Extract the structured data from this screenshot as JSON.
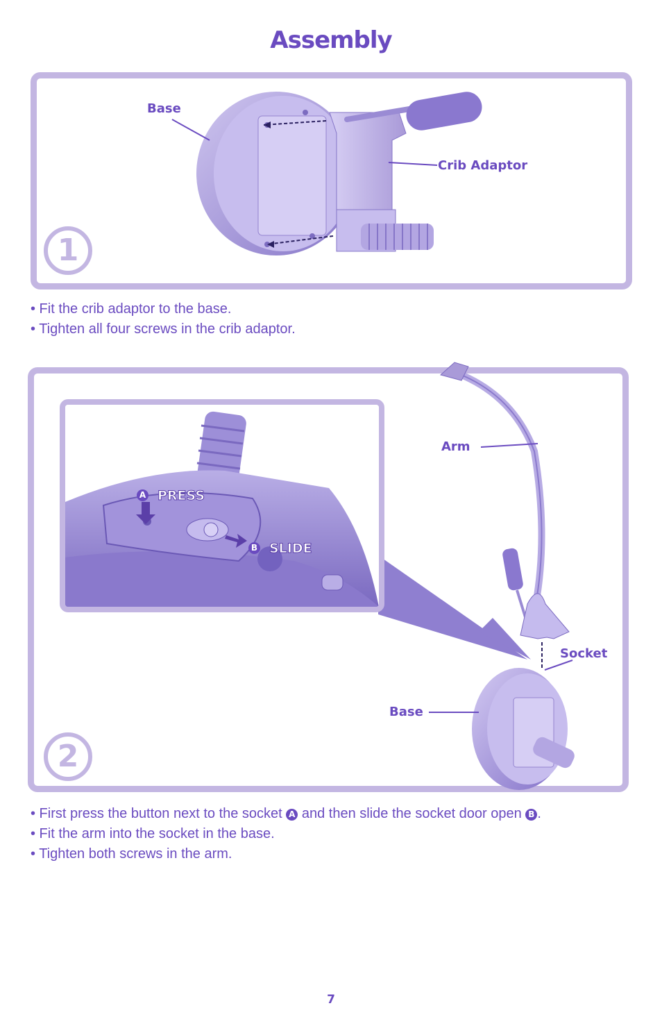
{
  "page": {
    "title": "Assembly",
    "page_number": "7"
  },
  "step1": {
    "number": "1",
    "labels": {
      "base": "Base",
      "crib_adaptor": "Crib Adaptor"
    },
    "instructions": [
      "• Fit the crib adaptor to the base.",
      "• Tighten all four screws in the crib adaptor."
    ]
  },
  "step2": {
    "number": "2",
    "labels": {
      "arm": "Arm",
      "socket": "Socket",
      "base": "Base",
      "press": "PRESS",
      "slide": "SLIDE"
    },
    "markers": {
      "a": "A",
      "b": "B"
    },
    "instructions": {
      "line1_part1": "• First press the button next to the socket",
      "line1_part2": "and then slide the socket door open",
      "line1_end": ".",
      "line2": "• Fit the arm into the socket in the base.",
      "line3": "• Tighten both screws in the arm."
    }
  },
  "colors": {
    "accent": "#6a4bc0",
    "panel_border": "#c3b6e2",
    "device": "#a99ad8"
  }
}
